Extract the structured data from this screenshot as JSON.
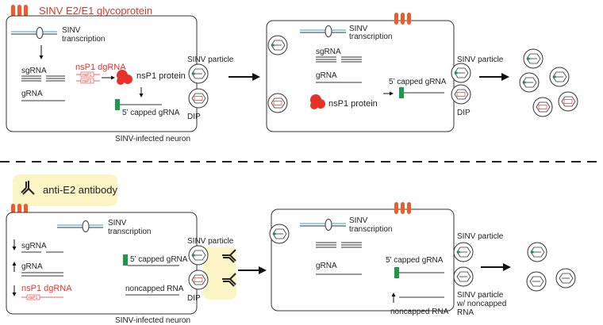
{
  "colors": {
    "glycoprotein": "#ef5b2a",
    "red_label": "#e6332a",
    "cap_green": "#1a9a4a",
    "antibody_highlight": "#fbf4c5",
    "lipid_line": "#29a6d6",
    "cell_outline": "#333333"
  },
  "top": {
    "glycoprotein_label": "SINV E2/E1 glycoprotein",
    "cell1": {
      "transcription": [
        "SINV",
        "transcription"
      ],
      "sgrna": "sgRNA",
      "grna": "gRNA",
      "dgrna_label": "nsP1 dgRNA",
      "dgrna_box": "nsP1",
      "nsp1_protein": "nsP1 protein",
      "capped_grna": "5’ capped gRNA",
      "caption": "SINV-infected neuron"
    },
    "particle_label": "SINV particle",
    "dip_label": "DIP",
    "dip_box": "nsP1",
    "cell2": {
      "transcription": [
        "SINV",
        "transcription"
      ],
      "sgrna": "sgRNA",
      "grna": "gRNA",
      "nsp1_protein": "nsP1 protein",
      "capped_grna": "5’ capped gRNA"
    },
    "particle2_label": "SINV particle",
    "dip2_label": "DIP"
  },
  "bottom": {
    "antibody_label": "anti-E2 antibody",
    "cell1": {
      "transcription": [
        "SINV",
        "transcription"
      ],
      "sgrna": "sgRNA",
      "grna": "gRNA",
      "dgrna_label": "nsP1 dgRNA",
      "dgrna_box": "nsP1",
      "capped_grna": "5’ capped gRNA",
      "noncapped": "noncapped RNA",
      "caption": "SINV-infected neuron"
    },
    "particle_label": "SINV particle",
    "dip_label": "DIP",
    "cell2": {
      "transcription": [
        "SINV",
        "transcription"
      ],
      "grna": "gRNA",
      "capped_grna": "5’ capped gRNA",
      "noncapped": "noncapped RNA"
    },
    "particle2_label": "SINV particle",
    "particle3_label": [
      "SINV particle",
      "w/ noncapped",
      "RNA"
    ]
  }
}
